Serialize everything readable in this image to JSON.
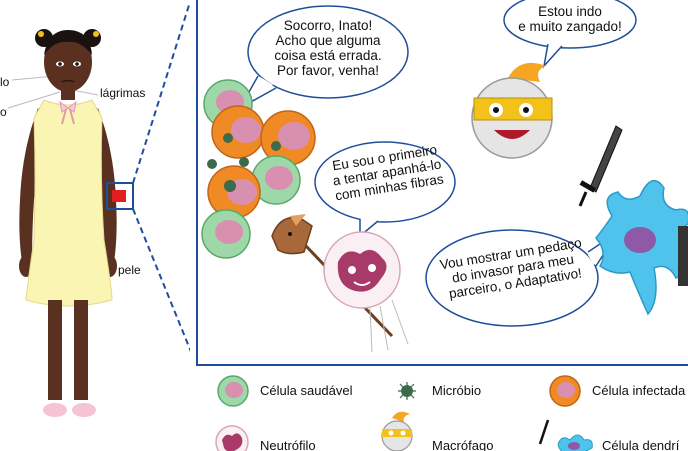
{
  "girl": {
    "labels": {
      "left_top": "lo",
      "left_second": "o",
      "tears": "lágrimas",
      "skin": "pele"
    }
  },
  "bubbles": {
    "infected_cells": [
      "Socorro, Inato!",
      "Acho que alguma",
      "coisa está errada.",
      "Por favor, venha!"
    ],
    "macrophage": [
      "Estou indo",
      "e muito zangado!"
    ],
    "neutrophil": [
      "Eu sou o primeiro",
      "a tentar apanhá-lo",
      "com minhas fibras"
    ],
    "dendritic": [
      "Vou mostrar um pedaço",
      "do invasor para meu",
      "parceiro, o Adaptativo!"
    ]
  },
  "legend": {
    "healthy_cell": "Célula saudável",
    "microbe": "Micróbio",
    "infected_cell": "Célula infectada",
    "neutrophil": "Neutrófilo",
    "macrophage": "Macrófago",
    "dendritic_cell": "Célula dendrí"
  },
  "colors": {
    "frame_blue": "#1f4e9c",
    "bubble_stroke": "#1f4e9c",
    "skin_dark": "#5a3020",
    "dress_yellow": "#fbf5b4",
    "infected_orange": "#f08a24",
    "healthy_green": "#9fd8a8",
    "nucleus_pink": "#d98fb0",
    "dendritic_blue": "#4fc3ec",
    "highlight_red": "#e0201f"
  },
  "icons": [
    "healthy-cell-icon",
    "microbe-icon",
    "infected-cell-icon",
    "neutrophil-icon",
    "macrophage-icon",
    "dendritic-cell-icon",
    "sword-icon",
    "hobby-horse-icon"
  ]
}
